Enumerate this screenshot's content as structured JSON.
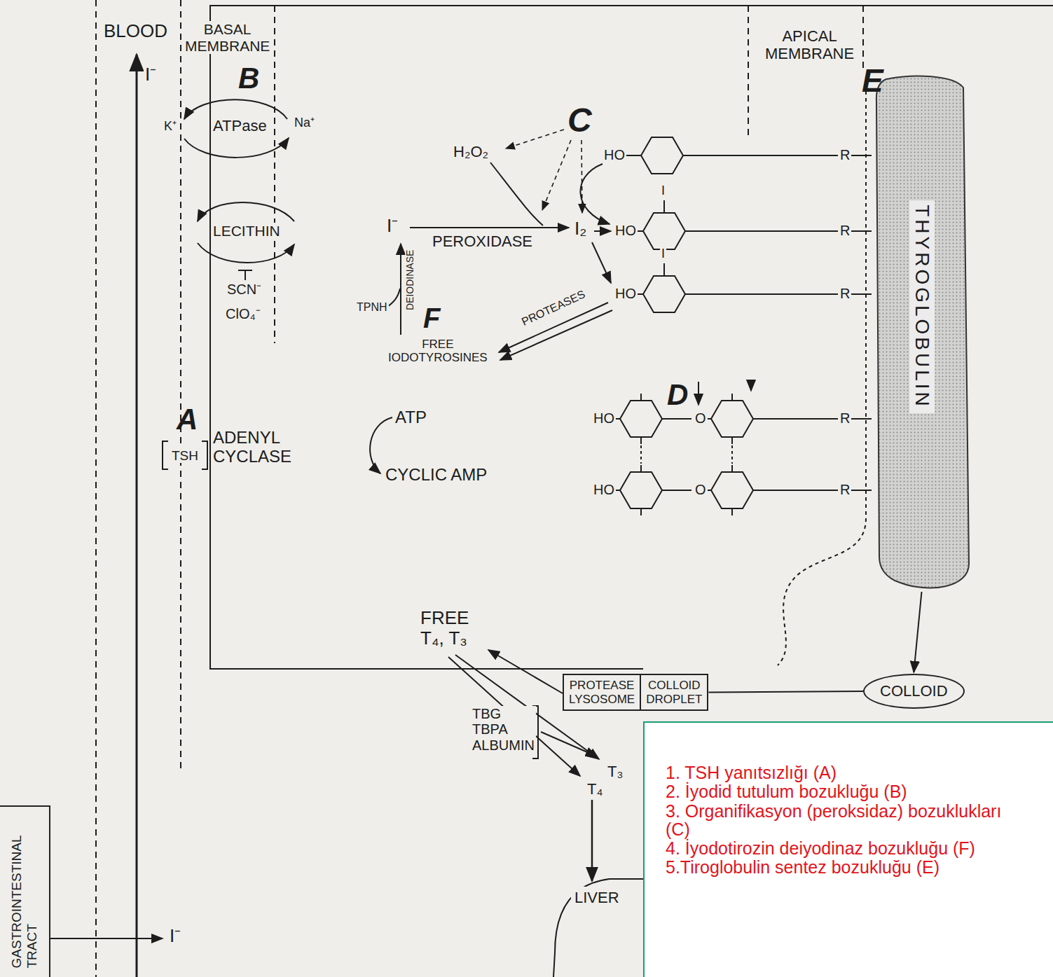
{
  "diagram": {
    "nodes": [
      {
        "text": [
          "THYROGLOBULIN"
        ]
      },
      {
        "text": [
          "PROTEASE LYSOSOME"
        ]
      },
      {
        "text": [
          "COLLOID DROPLET"
        ]
      },
      {
        "text": [
          "COLLOID"
        ]
      },
      {
        "text": [
          "LIVER"
        ]
      },
      {
        "text": [
          "1. TSH yanıtsızlığı (A)",
          "2. İyodid tutulum bozukluğu (B)",
          "3. Organifikasyon (peroksidaz) bozuklukları (C)",
          "4. İyodotirozin deiyodinaz bozukluğu (F)",
          "5.Tiroglobulin sentez bozukluğu (E)"
        ]
      },
      {
        "text": [
          "GASTROINTESTINAL TRACT"
        ]
      }
    ],
    "edges": [
      {
        "from": 0,
        "to": 3,
        "arrow": "to"
      },
      {
        "from": 2,
        "to": 3,
        "arrow": "none"
      }
    ],
    "labels": [
      "BLOOD",
      "BASAL MEMBRANE",
      "B",
      "K⁺",
      "ATPase",
      "Na⁺",
      "LECITHIN",
      "SCN⁻",
      "ClO₄⁻",
      "I⁻",
      "A",
      "TSH",
      "ADENYL CYCLASE",
      "ATP",
      "CYCLIC AMP",
      "C",
      "H₂O₂",
      "I⁻",
      "PEROXIDASE",
      "I₂",
      "DEIODINASE",
      "TPNH",
      "F",
      "FREE IODOTYROSINES",
      "PROTEASES",
      "D",
      "HO",
      "HO",
      "HO",
      "HO",
      "HO",
      "I",
      "I",
      "O",
      "O",
      "R",
      "R",
      "R",
      "R",
      "R",
      "APICAL MEMBRANE",
      "E",
      "FREE T₄, T₃",
      "TBG TBPA ALBUMIN",
      "T₃",
      "T₄",
      "I⁻"
    ]
  }
}
